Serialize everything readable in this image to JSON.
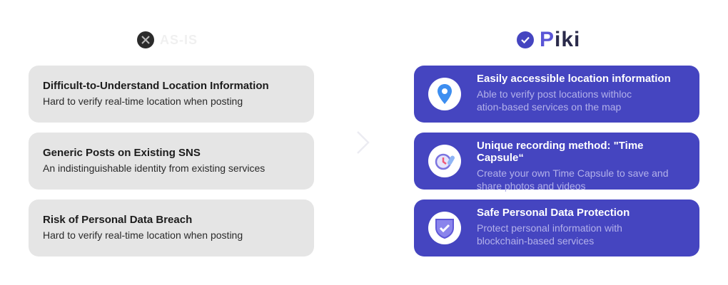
{
  "left_header": {
    "label": "AS-IS",
    "icon": "x-circle-icon"
  },
  "right_header": {
    "logo_p": "P",
    "logo_rest": "iki",
    "icon": "check-circle-icon"
  },
  "left_cards": [
    {
      "title": "Difficult-to-Understand Location Information",
      "desc": "Hard to verify real-time location when posting"
    },
    {
      "title": "Generic Posts on Existing SNS",
      "desc": "An indistinguishable identity from existing services"
    },
    {
      "title": "Risk of Personal Data Breach",
      "desc": "Hard to verify real-time location when posting"
    }
  ],
  "right_cards": [
    {
      "title": "Easily accessible location information",
      "desc1": "Able to verify post locations withloc",
      "desc2": "ation-based services on the map",
      "icon": "map-pin-icon"
    },
    {
      "title": "Unique recording method: \"Time Capsule“",
      "desc1": "Create your own Time Capsule to save and",
      "desc2": "share photos and videos",
      "icon": "alarm-clock-icon"
    },
    {
      "title": "Safe Personal Data Protection",
      "desc1": "Protect personal information with",
      "desc2": "blockchain-based services",
      "icon": "shield-check-icon"
    }
  ],
  "colors": {
    "accent": "#4545c0",
    "left_card": "#e5e5e5"
  }
}
